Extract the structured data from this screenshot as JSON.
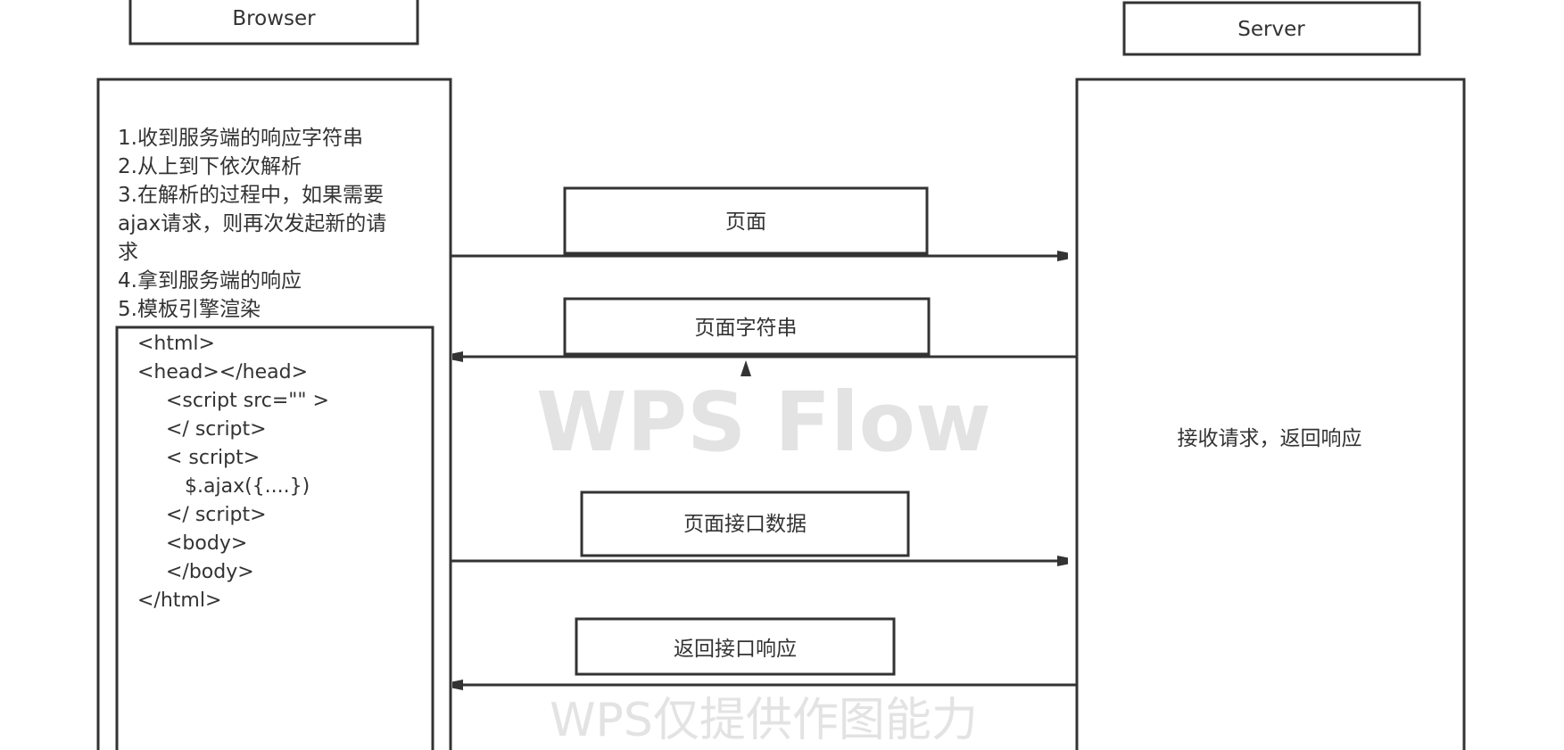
{
  "lanes": {
    "browser": "Browser",
    "server": "Server"
  },
  "browser_steps": [
    "1.收到服务端的响应字符串",
    "2.从上到下依次解析",
    "3.在解析的过程中，如果需要",
    "ajax请求，则再次发起新的请",
    "求",
    "4.拿到服务端的响应",
    "5.模板引擎渲染"
  ],
  "code_lines": [
    "<html>",
    "<head></head>",
    "<script src=\"\" >",
    "</ script>",
    "< script>",
    "$.ajax({....})",
    "</ script>",
    "<body>",
    "</body>",
    "</html>"
  ],
  "messages": {
    "page": "页面",
    "page_string": "页面字符串",
    "api_data": "页面接口数据",
    "api_response": "返回接口响应"
  },
  "server_text": "接收请求，返回响应",
  "watermark": {
    "main": "WPS Flow",
    "sub": "WPS仅提供作图能力"
  }
}
